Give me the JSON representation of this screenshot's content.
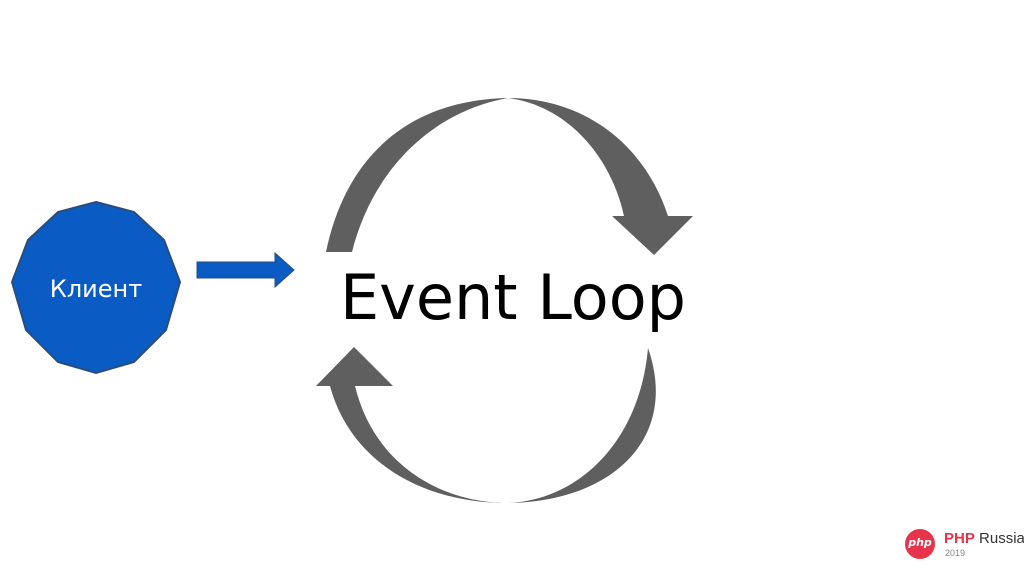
{
  "diagram": {
    "client_label": "Клиент",
    "loop_label": "Event Loop"
  },
  "colors": {
    "client_fill": "#0a5bc4",
    "client_stroke": "#2a4d7a",
    "connector_arrow": "#0a5bc4",
    "loop_arrows": "#5f5f5f",
    "brand_red": "#e8344a"
  },
  "logo": {
    "badge_text": "php",
    "name_bold": "PHP",
    "name_rest": "Russia",
    "year": "2019"
  }
}
